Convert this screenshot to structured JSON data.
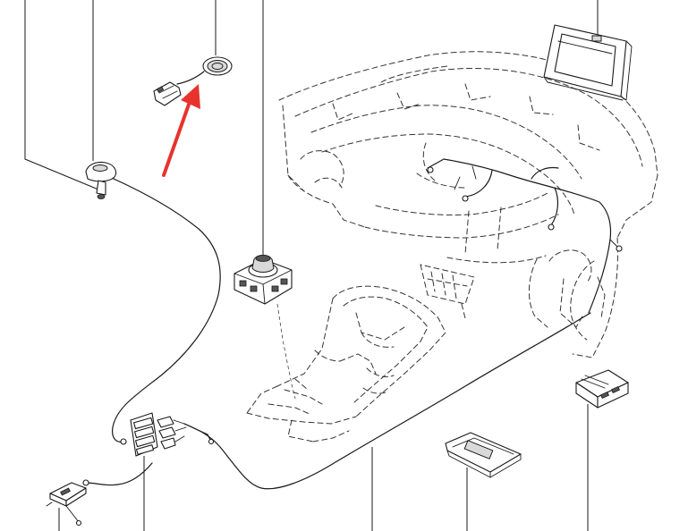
{
  "colors": {
    "line": "#1a1a1a",
    "dashed_outline": "#333333",
    "arrow": "#e8322d",
    "background": "#ffffff"
  },
  "parts": [
    {
      "name": "round-speaker-with-connector",
      "highlighted": true
    },
    {
      "name": "microphone-grommet"
    },
    {
      "name": "rotary-control-knob-unit"
    },
    {
      "name": "display-screen"
    },
    {
      "name": "control-module-box"
    },
    {
      "name": "sd-card"
    },
    {
      "name": "connector-block"
    },
    {
      "name": "usb-aux-socket"
    }
  ]
}
